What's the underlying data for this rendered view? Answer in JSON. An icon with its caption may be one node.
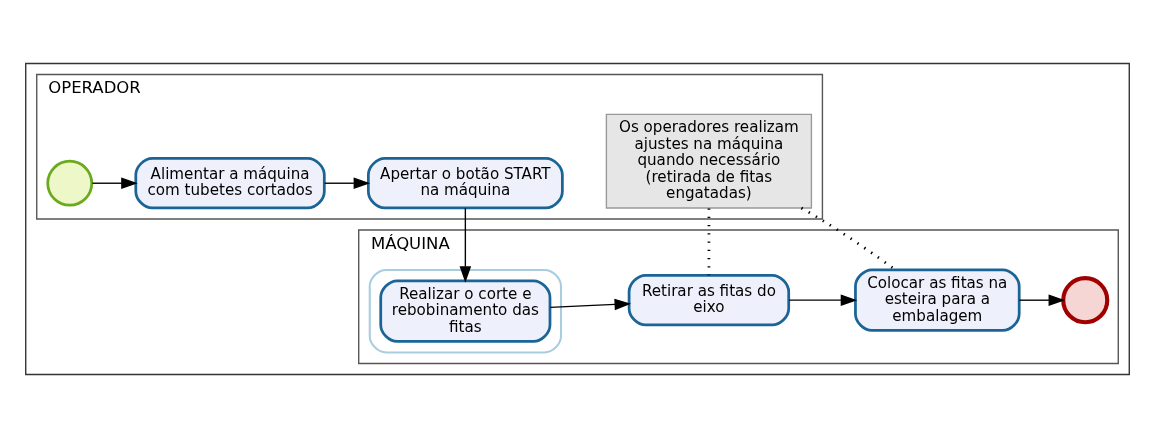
{
  "diagram": {
    "nodes": [
      {
        "text": [],
        "shape": "box"
      },
      {
        "text": [
          "OPERADOR"
        ],
        "in": 0
      },
      {
        "text": [
          "MÁQUINA"
        ],
        "in": 0
      },
      {
        "text": [],
        "shape": "circle",
        "in": 1
      },
      {
        "text": [
          "Alimentar a máquina com tubetes cortados"
        ],
        "in": 1
      },
      {
        "text": [
          "Apertar o botão START na máquina"
        ],
        "in": 1
      },
      {
        "text": [
          "Os operadores realizam ajustes na máquina quando necessário (retirada de fitas engatadas)"
        ],
        "in": 1
      },
      {
        "text": [],
        "shape": "box",
        "in": 2
      },
      {
        "text": [
          "Realizar o corte e rebobinamento das fitas"
        ],
        "in": 7
      },
      {
        "text": [
          "Retirar as fitas do eixo"
        ],
        "in": 2
      },
      {
        "text": [
          "Colocar as fitas na esteira para a embalagem"
        ],
        "in": 2
      },
      {
        "text": [],
        "shape": "circle",
        "in": 2
      }
    ],
    "edges": [
      {
        "from": 3,
        "to": 4,
        "arrow": "to"
      },
      {
        "from": 4,
        "to": 5,
        "arrow": "to"
      },
      {
        "from": 5,
        "to": 8,
        "arrow": "to"
      },
      {
        "from": 8,
        "to": 9,
        "arrow": "to"
      },
      {
        "from": 9,
        "to": 10,
        "arrow": "to"
      },
      {
        "from": 10,
        "to": 11,
        "arrow": "to"
      },
      {
        "from": 6,
        "to": 9,
        "arrow": "none",
        "style": "dashed"
      },
      {
        "from": 6,
        "to": 10,
        "arrow": "none",
        "style": "dashed"
      }
    ]
  }
}
